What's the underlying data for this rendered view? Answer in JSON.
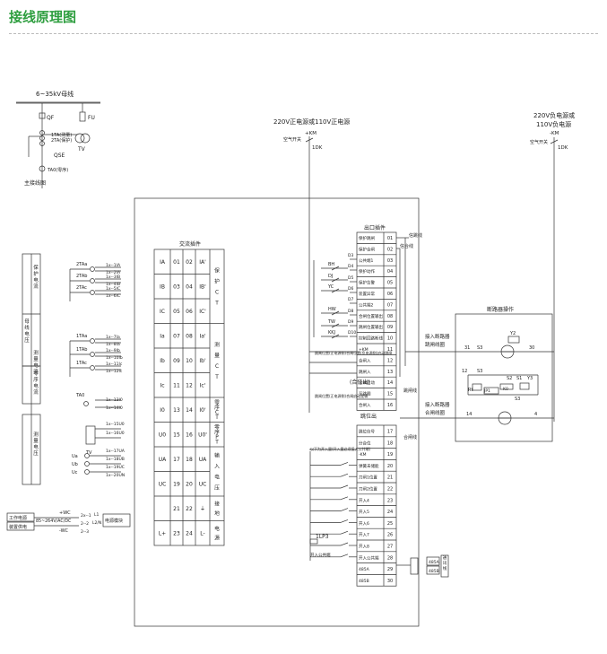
{
  "header": {
    "title": "接线原理图",
    "accent_color": "#2e9e3f"
  },
  "main_diagram": {
    "bus_label": "6~35kV母线",
    "labels": [
      "QF",
      "FU",
      "1TA(测量)",
      "2TA(保护)",
      "TV",
      "QSE",
      "TA0(零序)"
    ],
    "caption": "主接线图"
  },
  "power_supply": {
    "positive_title": "220V正电源或110V正电源",
    "positive_bus": "+KM",
    "negative_title_1": "220V负电源或",
    "negative_title_2": "110V负电源",
    "negative_bus": "-KM",
    "breaker_label": "空气开关",
    "left_switch": "1DK",
    "right_switch": "1DK"
  },
  "left_panel": {
    "vertical_labels": [
      {
        "text": "保护电流",
        "id": "protect-current"
      },
      {
        "text": "测量电流",
        "id": "measure-current"
      },
      {
        "text": "零序电流",
        "id": "zero-current"
      },
      {
        "text": "测量电压",
        "id": "measure-voltage"
      }
    ],
    "group_label": "母线电压",
    "ct_names": [
      "2TAa",
      "2TAb",
      "2TAc",
      "1TAa",
      "1TAb",
      "1TAc",
      "TA0",
      "TV"
    ],
    "wire_labels": [
      "1x--1IA",
      "1x--2IA",
      "1x--3IB",
      "1x--4IB",
      "1x--5IC",
      "1x--6IC",
      "1x--7Ia",
      "1x--8Ia",
      "1x--9Ib",
      "1x--10Ib",
      "1x--11Ic",
      "1x--12Ic",
      "1x--13I0",
      "1x--14I0",
      "1x--15U0",
      "1x--16U0",
      "1x--17UA",
      "1x--18UB",
      "1x--19UC",
      "1x--20UN"
    ],
    "tv_labels": [
      "Ua",
      "Ub",
      "Uc"
    ],
    "power_input": {
      "box_1": "工作电源",
      "box_2": "装置供电",
      "pos": "+WC",
      "neg": "-WC",
      "mid": "85~264V/AC/DC",
      "wires": [
        "2x--1",
        "2--2",
        "2--3"
      ],
      "sig": [
        "L1",
        "L2/N"
      ],
      "module": "电源模块"
    }
  },
  "ac_module": {
    "title": "交流插件",
    "rows": [
      {
        "l": "IA",
        "a": "01",
        "b": "02",
        "r": "IA'"
      },
      {
        "l": "IB",
        "a": "03",
        "b": "04",
        "r": "IB'"
      },
      {
        "l": "IC",
        "a": "05",
        "b": "06",
        "r": "IC'"
      },
      {
        "l": "Ia",
        "a": "07",
        "b": "08",
        "r": "Ia'"
      },
      {
        "l": "Ib",
        "a": "09",
        "b": "10",
        "r": "Ib'"
      },
      {
        "l": "Ic",
        "a": "11",
        "b": "12",
        "r": "Ic'"
      },
      {
        "l": "I0",
        "a": "13",
        "b": "14",
        "r": "I0'"
      },
      {
        "l": "U0",
        "a": "15",
        "b": "16",
        "r": "U0'"
      },
      {
        "l": "UA",
        "a": "17",
        "b": "18",
        "r": "UA"
      },
      {
        "l": "UC",
        "a": "19",
        "b": "20",
        "r": "UC"
      },
      {
        "l": "",
        "a": "21",
        "b": "22",
        "r": "⏚"
      },
      {
        "l": "L+",
        "a": "23",
        "b": "24",
        "r": "L-"
      }
    ],
    "groups": [
      {
        "text": "保护CT",
        "rows": [
          0,
          2
        ]
      },
      {
        "text": "测量CT",
        "rows": [
          3,
          5
        ]
      },
      {
        "text": "零序CT",
        "rows": [
          6,
          6
        ]
      },
      {
        "text": "零序PT",
        "rows": [
          7,
          7
        ]
      },
      {
        "text": "输入电压",
        "rows": [
          8,
          9
        ]
      },
      {
        "text": "接地",
        "rows": [
          10,
          10
        ]
      },
      {
        "text": "电源",
        "rows": [
          11,
          11
        ]
      }
    ]
  },
  "output_module": {
    "title": "出口插件",
    "rows": [
      {
        "name": "保护跳闸",
        "num": "01"
      },
      {
        "name": "保护合闸",
        "num": "02"
      },
      {
        "name": "公共端1",
        "num": "03"
      },
      {
        "name": "保护动作",
        "num": "04"
      },
      {
        "name": "保护告警",
        "num": "05"
      },
      {
        "name": "装置异常",
        "num": "06"
      },
      {
        "name": "公共端2",
        "num": "07"
      },
      {
        "name": "合闸位置输出",
        "num": "08"
      },
      {
        "name": "跳闸位置输出",
        "num": "09"
      },
      {
        "name": "控制回路断线",
        "num": "10"
      },
      {
        "name": "+KM",
        "num": "11"
      },
      {
        "name": "合闸入",
        "num": "12"
      },
      {
        "name": "跳闸入",
        "num": "13"
      },
      {
        "name": "合闸启动",
        "num": "14"
      },
      {
        "name": "至跳圈",
        "num": "15"
      },
      {
        "name": "合闸入",
        "num": "16"
      }
    ],
    "side_labels": [
      "信跳线",
      "信合线",
      "跳闸线",
      "合闸线"
    ],
    "contacts": [
      "BH",
      "DJ",
      "YC",
      "HW",
      "TW",
      "KKJ",
      "D3",
      "D4",
      "D5",
      "D6",
      "D7",
      "D8",
      "D9",
      "D10"
    ],
    "notes": [
      "跳闸位置(正电源侧)合闸位置(负电源侧)启动跳闸",
      "跳闸位置(正电源侧)合闸启动逻辑"
    ],
    "trip_label": "(分位出)",
    "close_label": "(合位出)"
  },
  "input_module": {
    "header_label": "跳位出",
    "rows": [
      {
        "name": "跳位信号",
        "num": "17"
      },
      {
        "name": "分合位",
        "num": "18"
      },
      {
        "name": "-KM",
        "num": "19"
      },
      {
        "name": "弹簧未储能",
        "num": "20"
      },
      {
        "name": "刀闸1位置",
        "num": "21"
      },
      {
        "name": "刀闸2位置",
        "num": "22"
      },
      {
        "name": "开入4",
        "num": "23"
      },
      {
        "name": "开入5",
        "num": "24"
      },
      {
        "name": "开入6",
        "num": "25"
      },
      {
        "name": "开入7",
        "num": "26"
      },
      {
        "name": "开入8",
        "num": "27"
      },
      {
        "name": "开入公共端",
        "num": "28"
      },
      {
        "name": "485A",
        "num": "29"
      },
      {
        "name": "485B",
        "num": "30"
      }
    ],
    "lp_label": "1LP3",
    "note": "以下为开入量(开入量必须接入公共端)",
    "rs485": [
      "485A",
      "485B"
    ],
    "comm_label": "通讯线"
  },
  "breaker_op": {
    "title": "断路器操作",
    "trip_text_1": "接入断路器",
    "trip_text_2": "跳闸线圈",
    "close_text_1": "接入断路器",
    "close_text_2": "合闸线圈",
    "labels": [
      "Y2",
      "31",
      "S3",
      "30",
      "12",
      "S3",
      "S2",
      "S1",
      "Y3",
      "Rt",
      "JP1",
      "K0",
      "S3",
      "14",
      "4"
    ]
  },
  "colors": {
    "line": "#333333",
    "green": "#2e9e3f"
  }
}
